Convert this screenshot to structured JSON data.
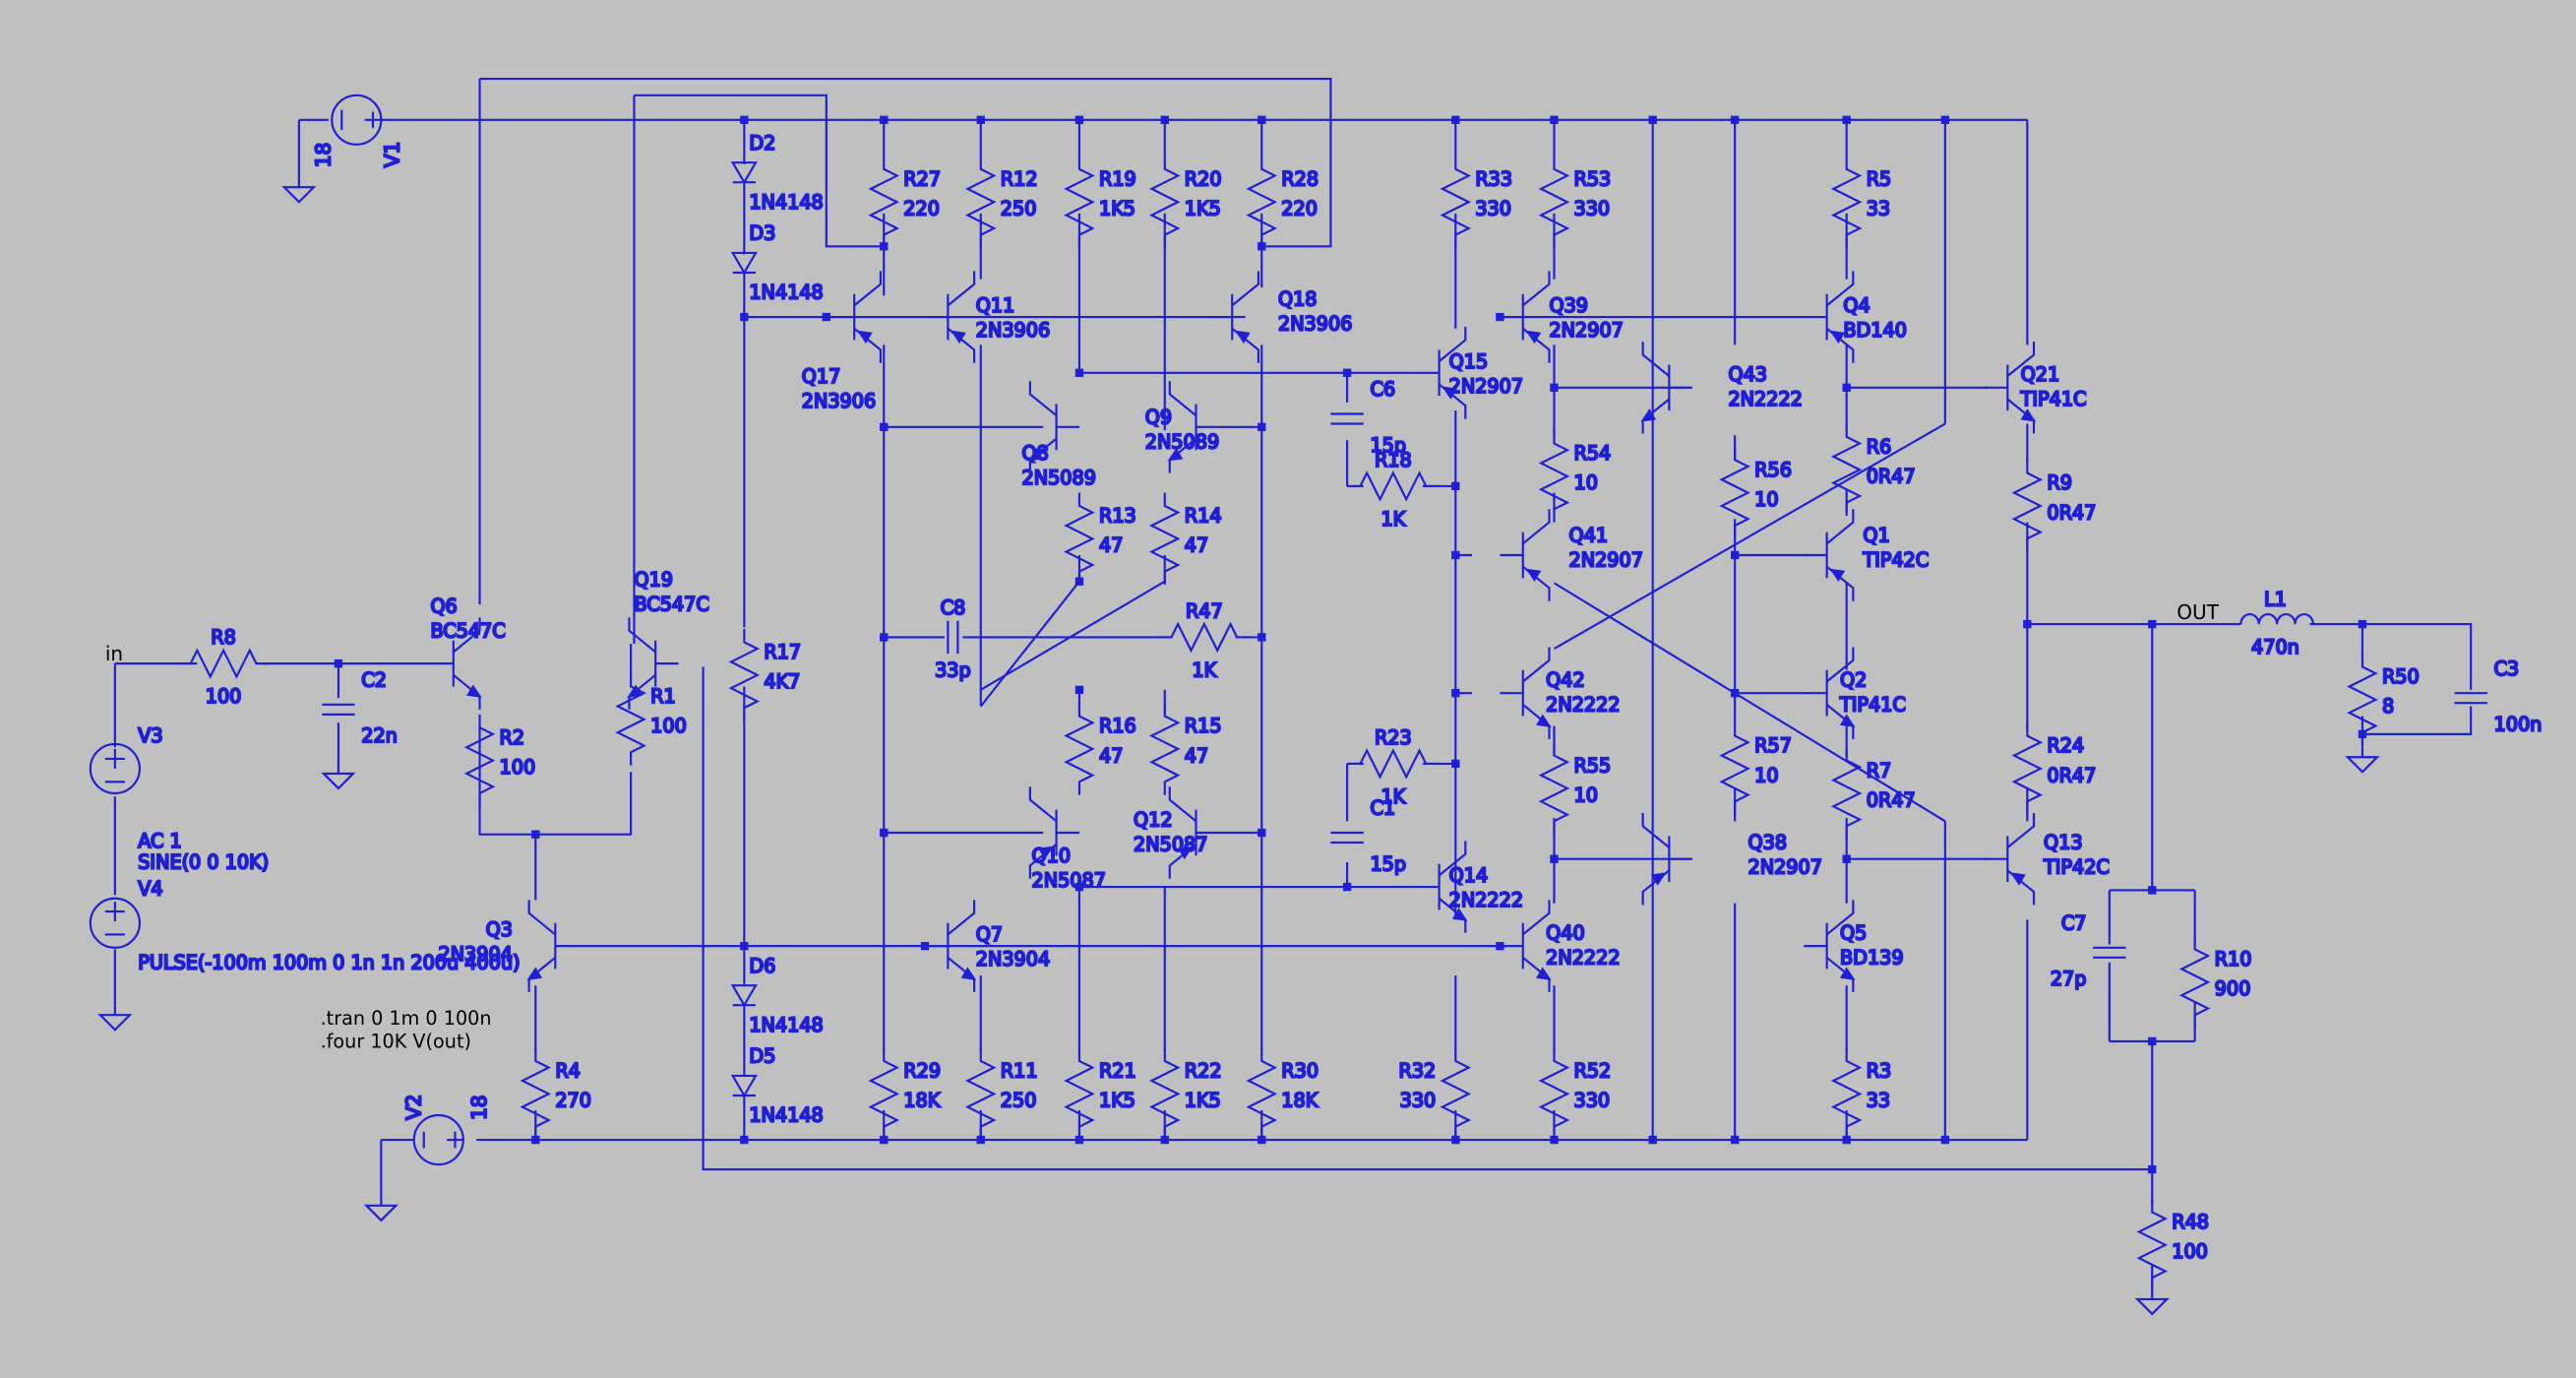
{
  "colors": {
    "background": "#c0c0c0",
    "wire": "#1f1fd6",
    "text": "#000000"
  },
  "components": {
    "resistors": [
      {
        "ref": "R8",
        "value": "100"
      },
      {
        "ref": "R2",
        "value": "100"
      },
      {
        "ref": "R1",
        "value": "100"
      },
      {
        "ref": "R4",
        "value": "270"
      },
      {
        "ref": "R17",
        "value": "4K7"
      },
      {
        "ref": "R27",
        "value": "220"
      },
      {
        "ref": "R12",
        "value": "250"
      },
      {
        "ref": "R19",
        "value": "1K5"
      },
      {
        "ref": "R20",
        "value": "1K5"
      },
      {
        "ref": "R28",
        "value": "220"
      },
      {
        "ref": "R13",
        "value": "47"
      },
      {
        "ref": "R14",
        "value": "47"
      },
      {
        "ref": "R47",
        "value": "1K"
      },
      {
        "ref": "R16",
        "value": "47"
      },
      {
        "ref": "R15",
        "value": "47"
      },
      {
        "ref": "R29",
        "value": "18K"
      },
      {
        "ref": "R11",
        "value": "250"
      },
      {
        "ref": "R21",
        "value": "1K5"
      },
      {
        "ref": "R22",
        "value": "1K5"
      },
      {
        "ref": "R30",
        "value": "18K"
      },
      {
        "ref": "R33",
        "value": "330"
      },
      {
        "ref": "R53",
        "value": "330"
      },
      {
        "ref": "R18",
        "value": "1K"
      },
      {
        "ref": "R54",
        "value": "10"
      },
      {
        "ref": "R23",
        "value": "1K"
      },
      {
        "ref": "R55",
        "value": "10"
      },
      {
        "ref": "R32",
        "value": "330"
      },
      {
        "ref": "R52",
        "value": "330"
      },
      {
        "ref": "R56",
        "value": "10"
      },
      {
        "ref": "R57",
        "value": "10"
      },
      {
        "ref": "R5",
        "value": "33"
      },
      {
        "ref": "R6",
        "value": "0R47"
      },
      {
        "ref": "R7",
        "value": "0R47"
      },
      {
        "ref": "R3",
        "value": "33"
      },
      {
        "ref": "R9",
        "value": "0R47"
      },
      {
        "ref": "R24",
        "value": "0R47"
      },
      {
        "ref": "R50",
        "value": "8"
      },
      {
        "ref": "R10",
        "value": "900"
      },
      {
        "ref": "R48",
        "value": "100"
      }
    ],
    "capacitors": [
      {
        "ref": "C2",
        "value": "22n"
      },
      {
        "ref": "C8",
        "value": "33p"
      },
      {
        "ref": "C6",
        "value": "15p"
      },
      {
        "ref": "C1",
        "value": "15p"
      },
      {
        "ref": "C3",
        "value": "100n"
      },
      {
        "ref": "C7",
        "value": "27p"
      }
    ],
    "diodes": [
      {
        "ref": "D2",
        "value": "1N4148"
      },
      {
        "ref": "D3",
        "value": "1N4148"
      },
      {
        "ref": "D6",
        "value": "1N4148"
      },
      {
        "ref": "D5",
        "value": "1N4148"
      }
    ],
    "transistors": [
      {
        "ref": "Q6",
        "model": "BC547C"
      },
      {
        "ref": "Q19",
        "model": "BC547C"
      },
      {
        "ref": "Q3",
        "model": "2N3904"
      },
      {
        "ref": "Q17",
        "model": "2N3906"
      },
      {
        "ref": "Q11",
        "model": "2N3906"
      },
      {
        "ref": "Q18",
        "model": "2N3906"
      },
      {
        "ref": "Q8",
        "model": "2N5089"
      },
      {
        "ref": "Q9",
        "model": "2N5089"
      },
      {
        "ref": "Q10",
        "model": "2N5087"
      },
      {
        "ref": "Q12",
        "model": "2N5087"
      },
      {
        "ref": "Q7",
        "model": "2N3904"
      },
      {
        "ref": "Q15",
        "model": "2N2907"
      },
      {
        "ref": "Q39",
        "model": "2N2907"
      },
      {
        "ref": "Q41",
        "model": "2N2907"
      },
      {
        "ref": "Q42",
        "model": "2N2222"
      },
      {
        "ref": "Q14",
        "model": "2N2222"
      },
      {
        "ref": "Q40",
        "model": "2N2222"
      },
      {
        "ref": "Q43",
        "model": "2N2222"
      },
      {
        "ref": "Q38",
        "model": "2N2907"
      },
      {
        "ref": "Q4",
        "model": "BD140"
      },
      {
        "ref": "Q1",
        "model": "TIP42C"
      },
      {
        "ref": "Q2",
        "model": "TIP41C"
      },
      {
        "ref": "Q5",
        "model": "BD139"
      },
      {
        "ref": "Q21",
        "model": "TIP41C"
      },
      {
        "ref": "Q13",
        "model": "TIP42C"
      }
    ],
    "inductors": [
      {
        "ref": "L1",
        "value": "470n"
      }
    ],
    "sources": [
      {
        "ref": "V1",
        "value": "18"
      },
      {
        "ref": "V2",
        "value": "18"
      },
      {
        "ref": "V3",
        "value": "AC 1",
        "value2": "SINE(0 0 10K)"
      },
      {
        "ref": "V4",
        "value": "PULSE(-100m 100m 0 1n 1n 200u 400u)"
      }
    ]
  },
  "net_labels": {
    "in": "in",
    "out": "OUT"
  },
  "directives": [
    ".tran 0 1m 0 100n",
    ".four 10K V(out)"
  ]
}
